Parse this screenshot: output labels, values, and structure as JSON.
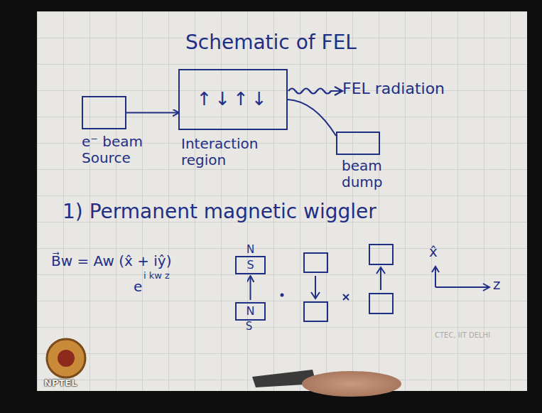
{
  "diagram": {
    "title": "Schematic of FEL",
    "nodes": [
      {
        "text": [
          "e⁻ beam Source"
        ]
      },
      {
        "text": [
          "↑↓↑↓",
          "Interaction region"
        ]
      },
      {
        "text": [
          "beam dump"
        ]
      },
      {
        "text": [
          "N",
          "S"
        ]
      },
      {
        "text": [
          "N",
          "S"
        ]
      }
    ],
    "edges": [
      {
        "from": 0,
        "to": 1,
        "arrow": "to"
      },
      {
        "from": 1,
        "to": 2,
        "arrow": "none"
      },
      {
        "from": 4,
        "to": 3,
        "arrow": "to"
      }
    ],
    "labels": [
      "FEL radiation",
      "1) Permanent magnetic wiggler",
      "B⃗w = Aw (x̂ + iŷ)",
      "e",
      "i kw z",
      "x̂",
      "z",
      "NPTEL",
      "CTEC, IIT DELHI"
    ]
  }
}
